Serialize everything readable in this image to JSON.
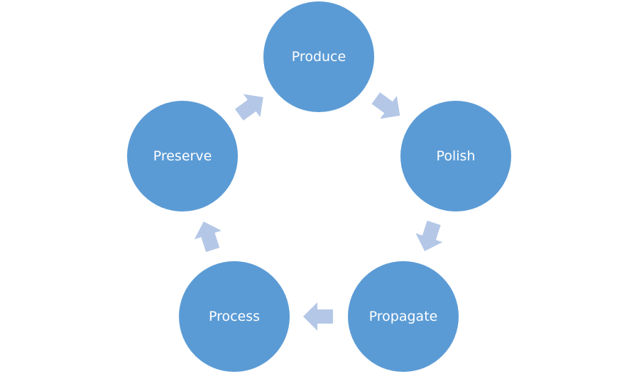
{
  "diagram": {
    "type": "cycle",
    "node_color": "#5B9BD5",
    "arrow_color": "#B4C7E7",
    "text_color": "#FFFFFF",
    "nodes": [
      {
        "id": "produce",
        "label": "Produce"
      },
      {
        "id": "polish",
        "label": "Polish"
      },
      {
        "id": "propagate",
        "label": "Propagate"
      },
      {
        "id": "process",
        "label": "Process"
      },
      {
        "id": "preserve",
        "label": "Preserve"
      }
    ],
    "edges": [
      {
        "from": "produce",
        "to": "polish"
      },
      {
        "from": "polish",
        "to": "propagate"
      },
      {
        "from": "propagate",
        "to": "process"
      },
      {
        "from": "process",
        "to": "preserve"
      },
      {
        "from": "preserve",
        "to": "produce"
      }
    ]
  }
}
